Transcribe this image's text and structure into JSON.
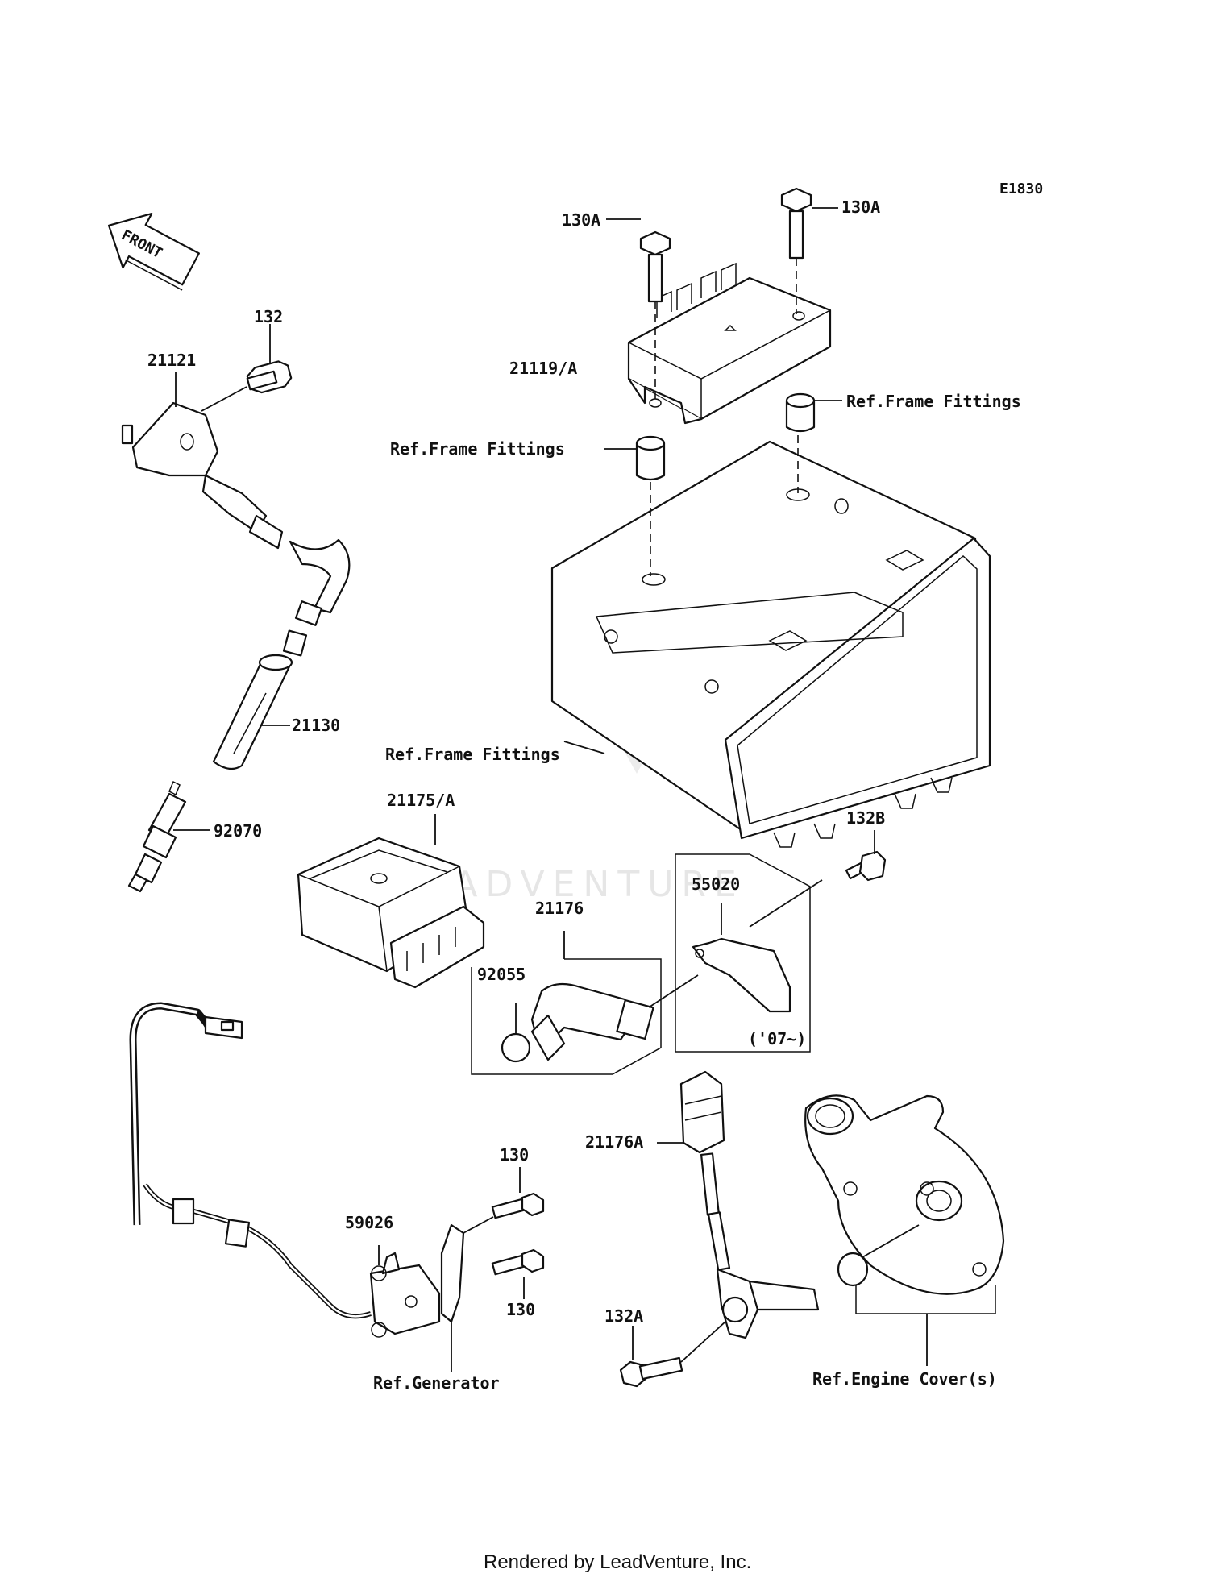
{
  "diagram_code": "E1830",
  "front_label": "FRONT",
  "watermark": "LEADVENTURE",
  "footer": "Rendered by LeadVenture, Inc.",
  "callouts": {
    "p130A_left": "130A",
    "p130A_right": "130A",
    "p21119A": "21119/A",
    "ref_frame_1": "Ref.Frame Fittings",
    "ref_frame_2": "Ref.Frame Fittings",
    "ref_frame_3": "Ref.Frame Fittings",
    "p132": "132",
    "p21121": "21121",
    "p21130": "21130",
    "p92070": "92070",
    "p21175A": "21175/A",
    "p132B": "132B",
    "p55020": "55020",
    "year_note": "('07~)",
    "p21176": "21176",
    "p92055": "92055",
    "p21176A": "21176A",
    "p130_top": "130",
    "p130_bottom": "130",
    "p59026": "59026",
    "ref_generator": "Ref.Generator",
    "p132A": "132A",
    "ref_engine_cover": "Ref.Engine Cover(s)"
  }
}
